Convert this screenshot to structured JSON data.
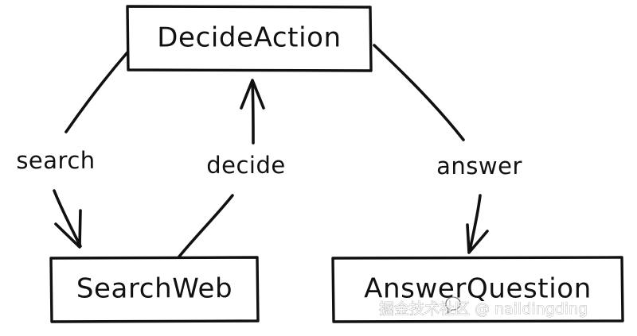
{
  "diagram": {
    "nodes": {
      "decide_action": {
        "label": "DecideAction"
      },
      "search_web": {
        "label": "SearchWeb"
      },
      "answer_question": {
        "label": "AnswerQuestion"
      }
    },
    "edges": {
      "search": {
        "label": "search",
        "from": "DecideAction",
        "to": "SearchWeb"
      },
      "decide": {
        "label": "decide",
        "from": "SearchWeb",
        "to": "DecideAction"
      },
      "answer": {
        "label": "answer",
        "from": "DecideAction",
        "to": "AnswerQuestion"
      }
    },
    "colors": {
      "stroke": "#111111",
      "background": "#ffffff"
    }
  },
  "watermark": {
    "text": "掘金技术社区 @ naildingding",
    "icon": "chat-bubble-icon"
  }
}
